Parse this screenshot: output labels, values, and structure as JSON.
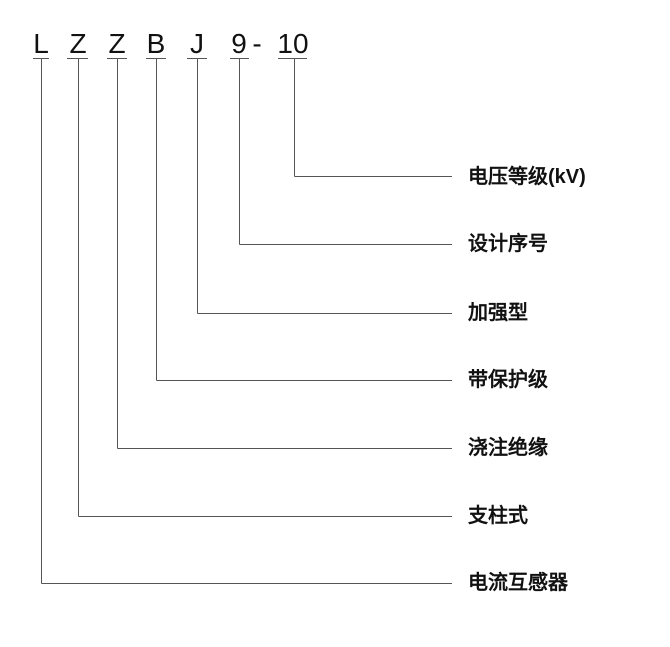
{
  "code_parts": [
    {
      "char": "L",
      "meaning": "电流互感器"
    },
    {
      "char": "Z",
      "meaning": "支柱式"
    },
    {
      "char": "Z",
      "meaning": "浇注绝缘"
    },
    {
      "char": "B",
      "meaning": "带保护级"
    },
    {
      "char": "J",
      "meaning": "加强型"
    },
    {
      "char": "9",
      "meaning": "设计序号"
    },
    {
      "char": "10",
      "meaning": "电压等级(kV)"
    }
  ],
  "separator": "-",
  "line_color": "#555555"
}
